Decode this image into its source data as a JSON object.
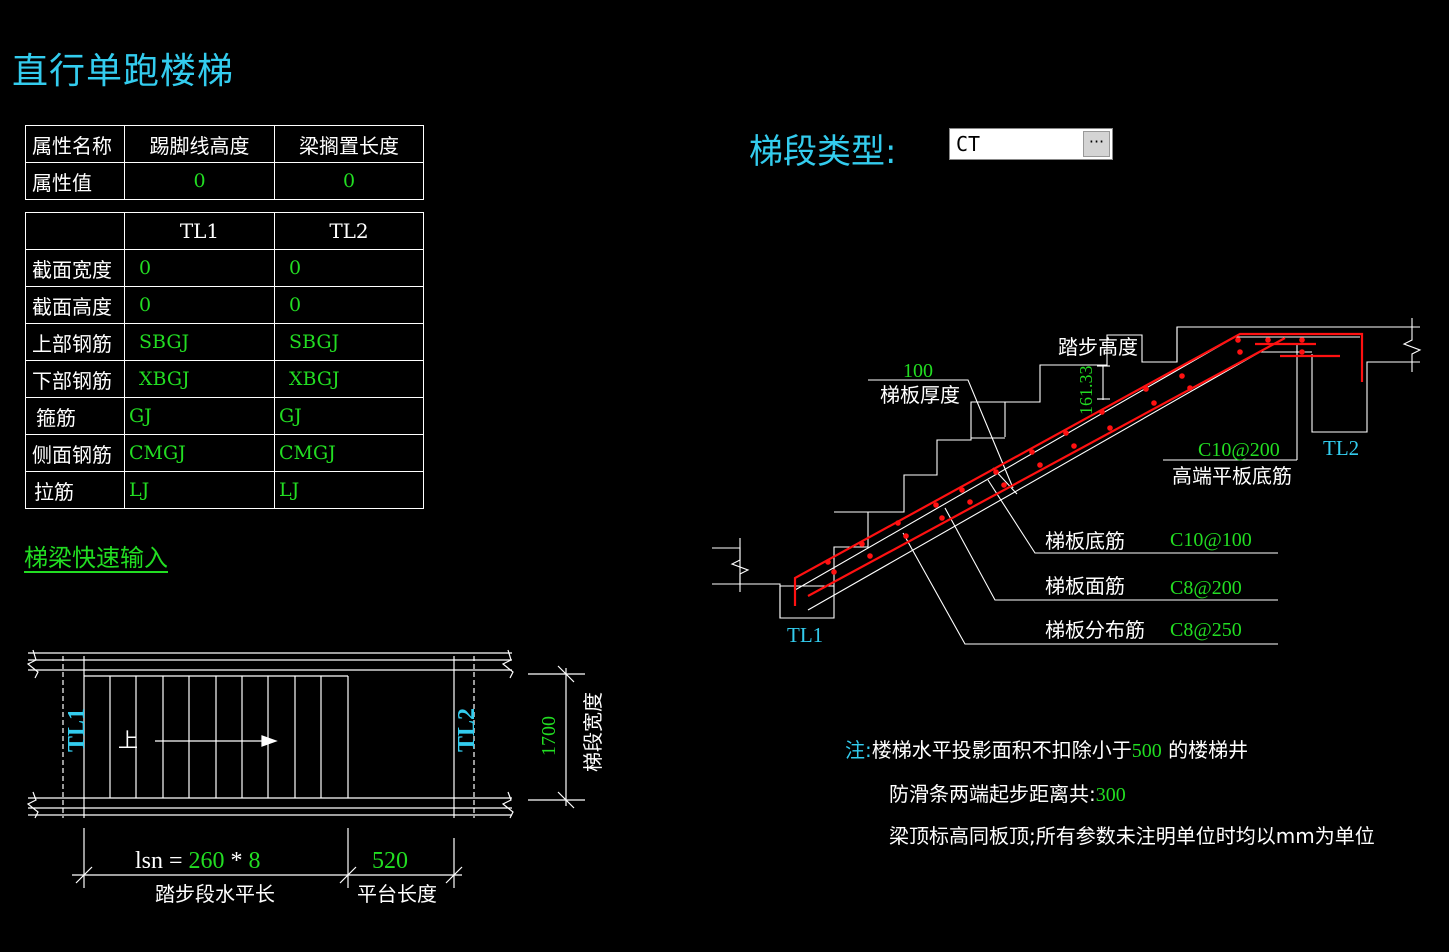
{
  "title": "直行单跑楼梯",
  "attr_table": {
    "col1": "属性名称",
    "col2": "踢脚线高度",
    "col3": "梁搁置长度",
    "row_label": "属性值",
    "v1": "0",
    "v2": "0"
  },
  "beam_table": {
    "h1": "TL1",
    "h2": "TL2",
    "rows": [
      {
        "label": "截面宽度",
        "tl1": "0",
        "tl2": "0"
      },
      {
        "label": "截面高度",
        "tl1": "0",
        "tl2": "0"
      },
      {
        "label": "上部钢筋",
        "tl1": "SBGJ",
        "tl2": "SBGJ"
      },
      {
        "label": "下部钢筋",
        "tl1": "XBGJ",
        "tl2": "XBGJ"
      },
      {
        "label": "箍筋",
        "tl1": "GJ",
        "tl2": "GJ"
      },
      {
        "label": "侧面钢筋",
        "tl1": "CMGJ",
        "tl2": "CMGJ"
      },
      {
        "label": "拉筋",
        "tl1": "LJ",
        "tl2": "LJ"
      }
    ]
  },
  "quick_input": "梯梁快速输入",
  "segment": {
    "label": "梯段类型:",
    "value": "CT",
    "button": "···"
  },
  "plan": {
    "tl1": "TL1",
    "tl2": "TL2",
    "up": "上",
    "width_value": "1700",
    "width_label": "梯段宽度",
    "lsn_prefix": "lsn = ",
    "step_width": "260",
    "times": " * ",
    "step_count": "8",
    "platform_value": "520",
    "step_len_label": "踏步段水平长",
    "platform_label": "平台长度"
  },
  "section": {
    "step_height_label": "踏步高度",
    "step_height_value": "161.33",
    "thickness_value": "100",
    "thickness_label": "梯板厚度",
    "high_bottom_value": "C10@200",
    "high_bottom_label": "高端平板底筋",
    "bottom_label": "梯板底筋",
    "bottom_value": "C10@100",
    "top_label": "梯板面筋",
    "top_value": "C8@200",
    "dist_label": "梯板分布筋",
    "dist_value": "C8@250",
    "tl1": "TL1",
    "tl2": "TL2"
  },
  "notes": {
    "prefix": "注:",
    "line1a": "楼梯水平投影面积不扣除小于",
    "line1v": "500",
    "line1b": " 的楼梯井",
    "line2a": "防滑条两端起步距离共:",
    "line2v": "300",
    "line3": "梁顶标高同板顶;所有参数未注明单位时均以mm为单位"
  },
  "colors": {
    "cyan": "#33ccee",
    "green": "#22dd22",
    "red": "#ff1111",
    "white": "#ffffff"
  }
}
